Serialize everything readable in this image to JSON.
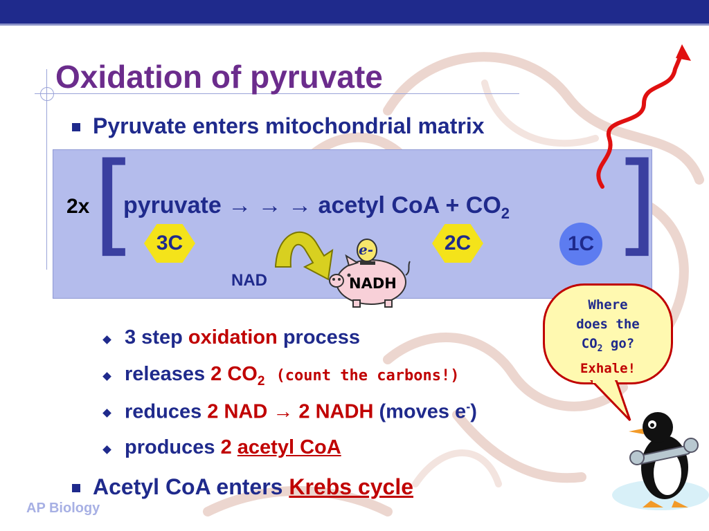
{
  "slide": {
    "title": "Oxidation of pyruvate",
    "footer": "AP Biology"
  },
  "bullets": {
    "first": "Pyruvate enters mitochondrial matrix",
    "last_prefix": "Acetyl CoA enters ",
    "last_link": "Krebs cycle"
  },
  "equation": {
    "multiplier": "2x",
    "reactant": "pyruvate",
    "arrows": "→ → →",
    "product": "acetyl CoA + CO",
    "subscript": "2",
    "badge_reactant": "3C",
    "badge_product": "2C",
    "badge_co2": "1C",
    "nad_label": "NAD",
    "nadh_label": "NADH",
    "electron_label": "e-"
  },
  "sub_bullets": {
    "b1_a": "3 step ",
    "b1_b": "oxidation",
    "b1_c": " process",
    "b2_a": "releases ",
    "b2_b": "2 CO",
    "b2_sub": "2",
    "b2_c": "(count the carbons!)",
    "b3_a": "reduces ",
    "b3_b": "2 NAD → 2 NADH",
    "b3_c": " (moves e",
    "b3_sup": "-",
    "b3_d": ")",
    "b4_a": "produces ",
    "b4_b": "2 ",
    "b4_c": "acetyl CoA"
  },
  "callout": {
    "line1": "Where",
    "line2": "does the",
    "line3": "CO",
    "line3_sub": "2",
    "line3_end": " go?",
    "answer": "Exhale!"
  },
  "colors": {
    "title": "#6b2c8c",
    "text": "#1f2a8c",
    "accent": "#c00000",
    "panel": "#b4bcec",
    "badge": "#f4e31a",
    "co2_badge": "#5d7cf0"
  }
}
